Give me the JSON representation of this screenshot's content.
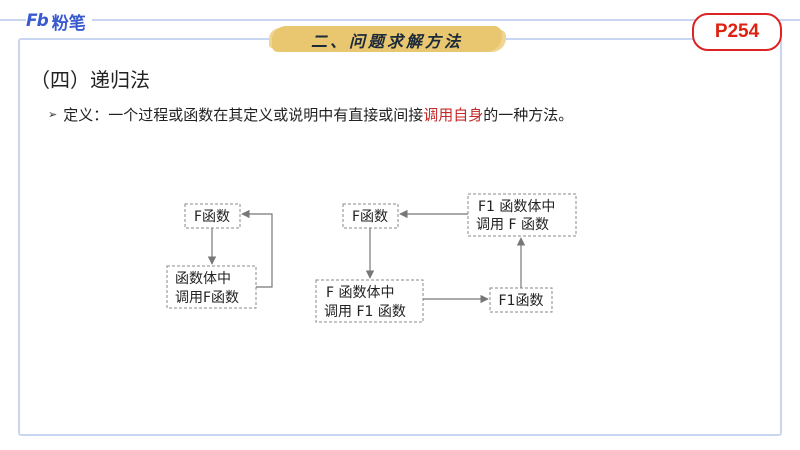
{
  "header": {
    "logo_mark": "Fb",
    "logo_text": "粉笔",
    "section_title": "二、问题求解方法",
    "page_badge": "P254"
  },
  "main": {
    "heading": "（四）递归法",
    "definition": {
      "prefix": "定义：一个过程或函数在其定义或说明中有直接或间接",
      "highlight": "调用自身",
      "suffix": "的一种方法。"
    },
    "colors": {
      "highlight": "#c62828",
      "badge": "#dd2222",
      "brush": "#e8c770"
    }
  },
  "diagram": {
    "left": {
      "box1": "F函数",
      "box2_line1": "函数体中",
      "box2_line2": "调用F函数"
    },
    "right": {
      "box1": "F函数",
      "box2_line1": "F 函数体中",
      "box2_line2": "调用 F1 函数",
      "box3": "F1函数",
      "box4_line1": "F1 函数体中",
      "box4_line2": "调用 F 函数"
    }
  }
}
